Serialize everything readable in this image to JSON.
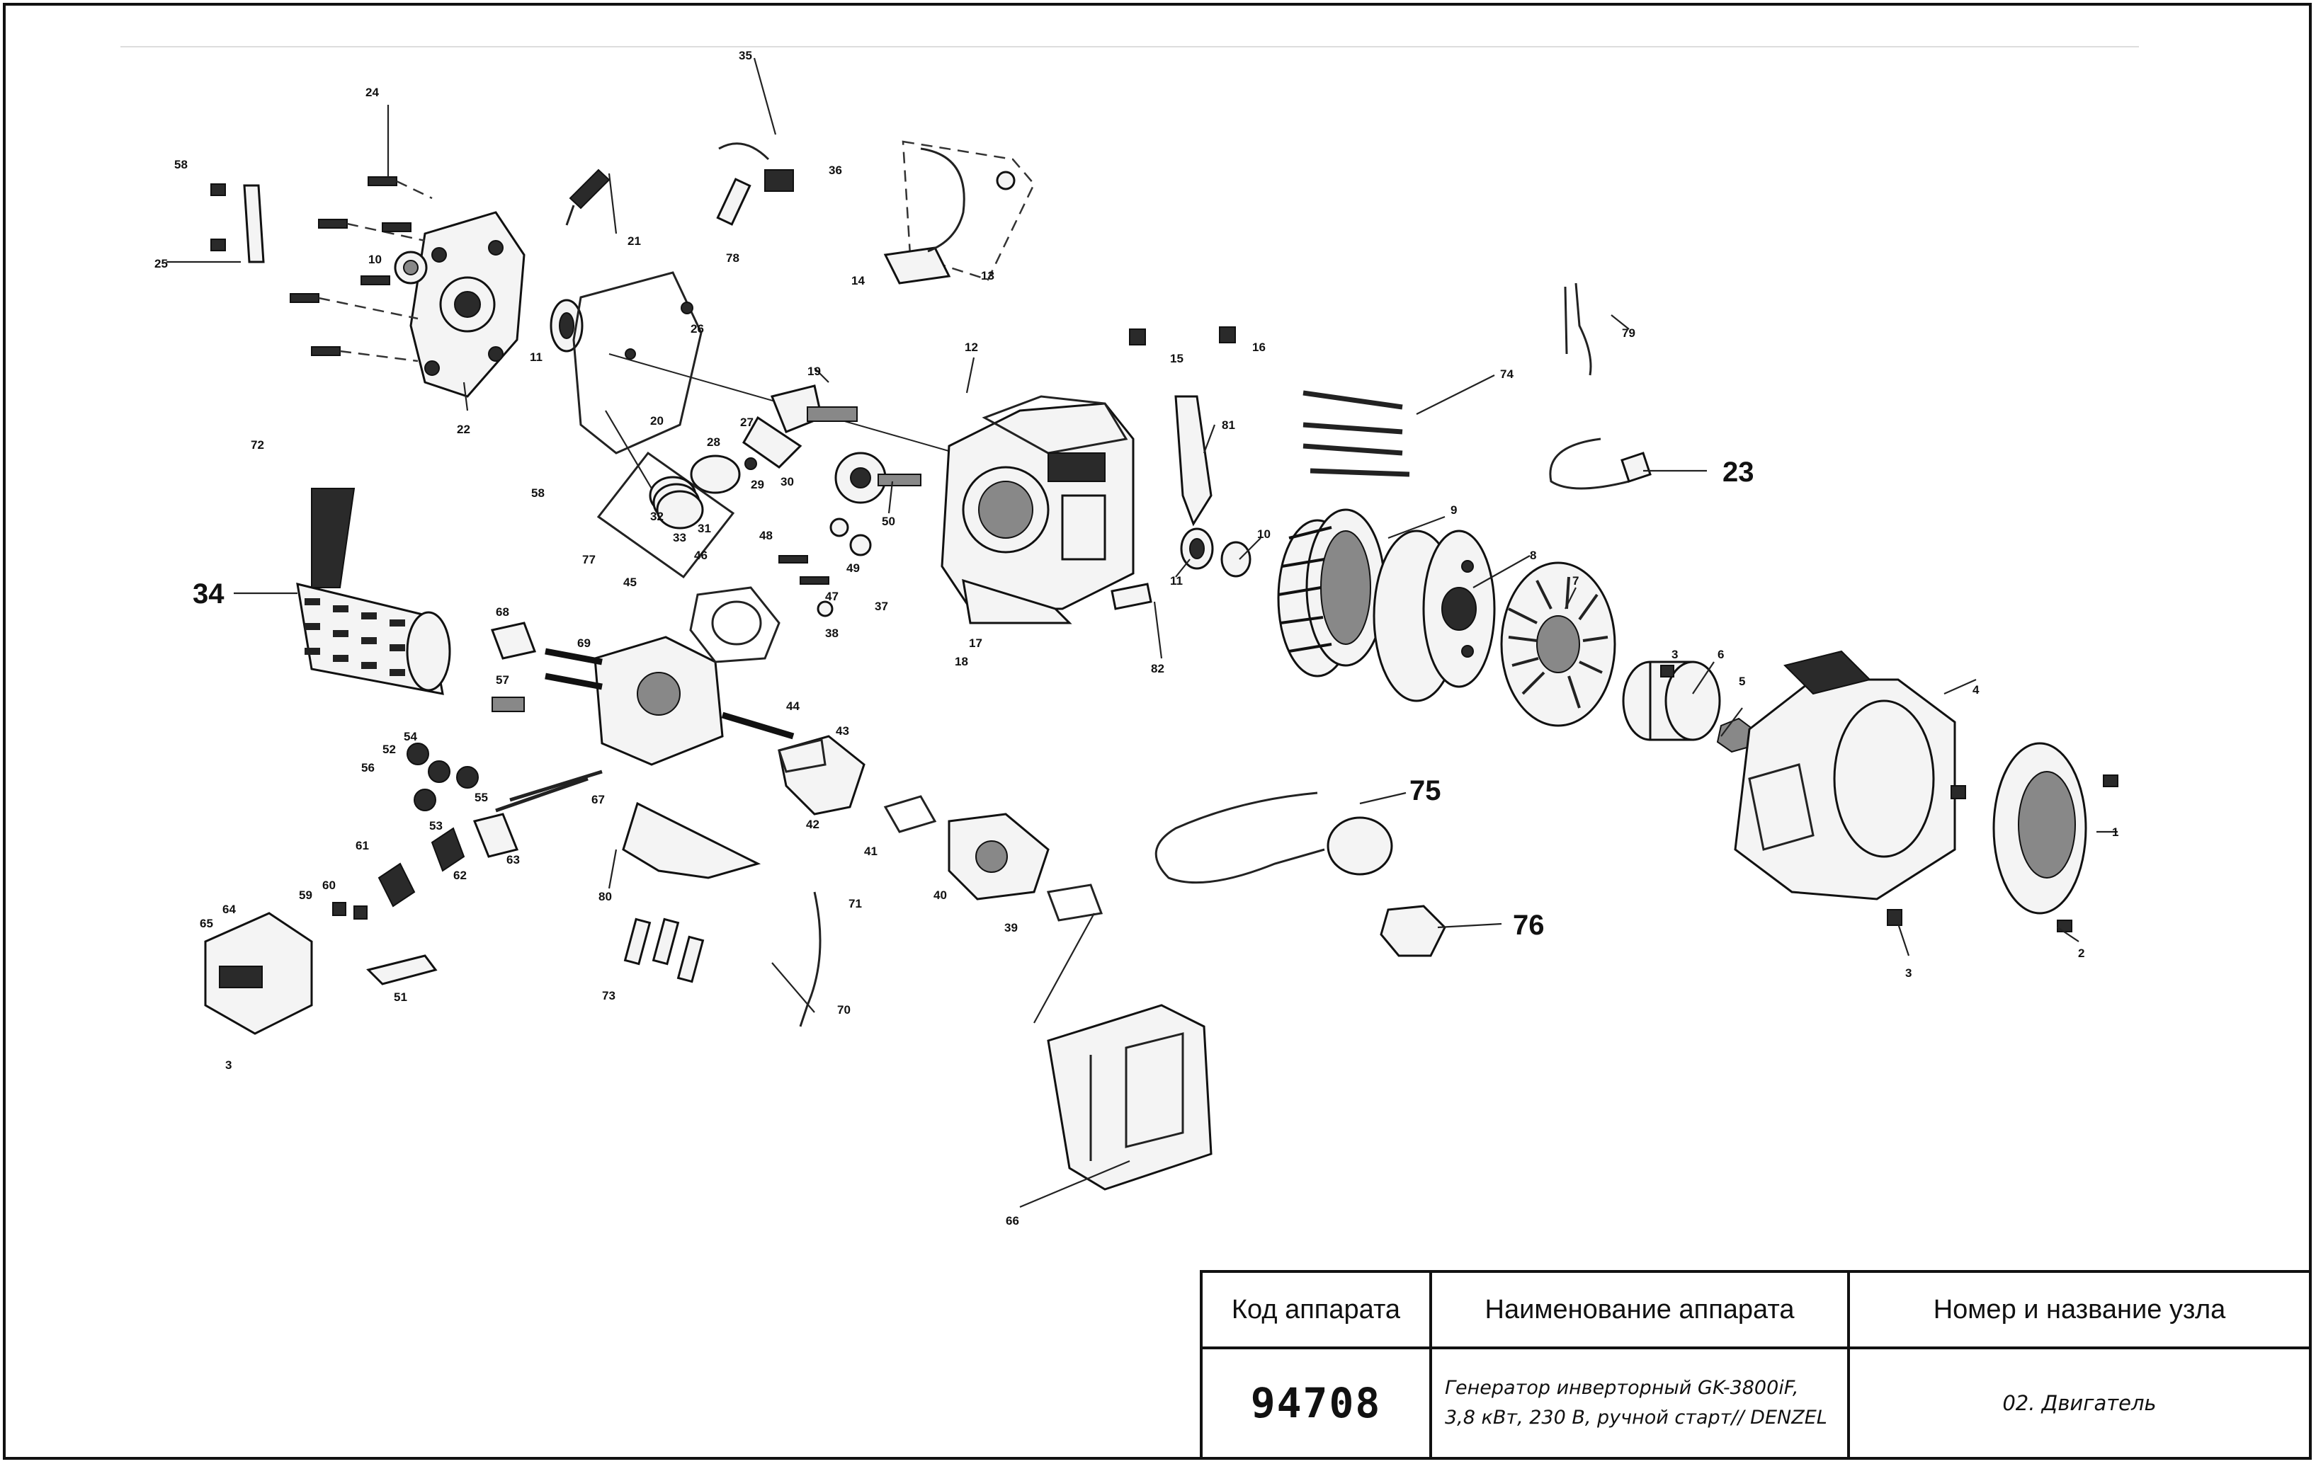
{
  "parts": {
    "p1": "1",
    "p2": "2",
    "p3a": "3",
    "p3b": "3",
    "p3c": "3",
    "p4": "4",
    "p5": "5",
    "p6": "6",
    "p7": "7",
    "p8": "8",
    "p9": "9",
    "p10a": "10",
    "p10b": "10",
    "p11a": "11",
    "p11b": "11",
    "p12": "12",
    "p13": "13",
    "p14": "14",
    "p15": "15",
    "p16": "16",
    "p17": "17",
    "p18": "18",
    "p19": "19",
    "p20": "20",
    "p21": "21",
    "p22": "22",
    "p23": "23",
    "p24": "24",
    "p25": "25",
    "p26": "26",
    "p27": "27",
    "p28": "28",
    "p29": "29",
    "p30": "30",
    "p31": "31",
    "p32": "32",
    "p33": "33",
    "p34": "34",
    "p35": "35",
    "p36": "36",
    "p37": "37",
    "p38": "38",
    "p39": "39",
    "p40": "40",
    "p41": "41",
    "p42": "42",
    "p43": "43",
    "p44": "44",
    "p45": "45",
    "p46": "46",
    "p47": "47",
    "p48": "48",
    "p49": "49",
    "p50": "50",
    "p51": "51",
    "p52": "52",
    "p53": "53",
    "p54": "54",
    "p55": "55",
    "p56": "56",
    "p57": "57",
    "p58a": "58",
    "p58b": "58",
    "p59": "59",
    "p60": "60",
    "p61": "61",
    "p62": "62",
    "p63": "63",
    "p64": "64",
    "p65": "65",
    "p66": "66",
    "p67": "67",
    "p68": "68",
    "p69": "69",
    "p70": "70",
    "p71": "71",
    "p72": "72",
    "p73": "73",
    "p74": "74",
    "p75": "75",
    "p76": "76",
    "p77": "77",
    "p78": "78",
    "p79": "79",
    "p80": "80",
    "p81": "81",
    "p82": "82"
  },
  "title_block": {
    "header_code": "Код аппарата",
    "header_name": "Наименование аппарата",
    "header_node": "Номер и название узла",
    "code": "94708",
    "name": "Генератор инверторный GK-3800iF, 3,8 кВт, 230 В, ручной старт// DENZEL",
    "node": "02. Двигатель"
  }
}
